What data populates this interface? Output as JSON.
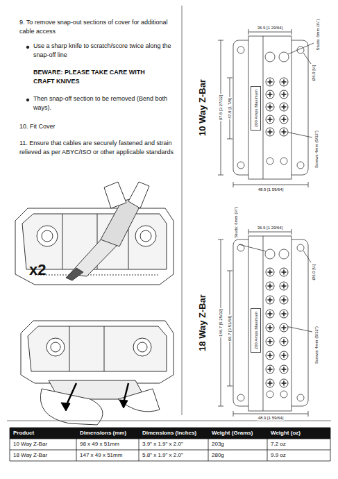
{
  "diagram": {
    "nodes": [
      {
        "text": [
          "200 Amps Maximum"
        ]
      },
      {
        "text": [
          "200 Amps Maximum"
        ]
      }
    ],
    "labels": [
      "9. To remove snap-out sections of cover for additional cable access",
      "Use a sharp knife to scratch/score twice along the snap-off line",
      "BEWARE: PLEASE TAKE CARE WITH CRAFT KNIVES",
      "Then snap-off section to be removed (Bend both ways).",
      "10. Fit Cover",
      "11. Ensure that cables are securely fastened and strain relieved as per ABYC/ISO or other applicable standards",
      "x2",
      "10 Way Z-Bar",
      "36.9 [1 29/64]",
      "Studs: 6mm (¼\")",
      "Ø6.0 [¼]",
      "97.8 [3 27/32]",
      "47.8 [1 7/8]",
      "Screws 4mm (5/32\")",
      "48.9 [1 59/64]",
      "18 Way Z-Bar",
      "Studs: 6mm (¼\")",
      "36.9 [1 29/64]",
      "Ø6.0 [¼]",
      "146.7 [5 25/32]",
      "96.7 [3 51/64]",
      "Screws 4mm (5/32\")",
      "48.9 [1 59/64]",
      "Product",
      "Dimensions (mm)",
      "Dimensions (Inches)",
      "Weight (Grams)",
      "Weight (oz)",
      "10 Way Z-Bar",
      "98 x 49 x 51mm",
      "3.9\" x 1.9\" x 2.0\"",
      "203g",
      "7.2 oz",
      "18 Way Z-Bar",
      "147 x 49 x 51mm",
      "5.8\" x 1.9\" x 2.0\"",
      "280g",
      "9.9 oz"
    ]
  }
}
